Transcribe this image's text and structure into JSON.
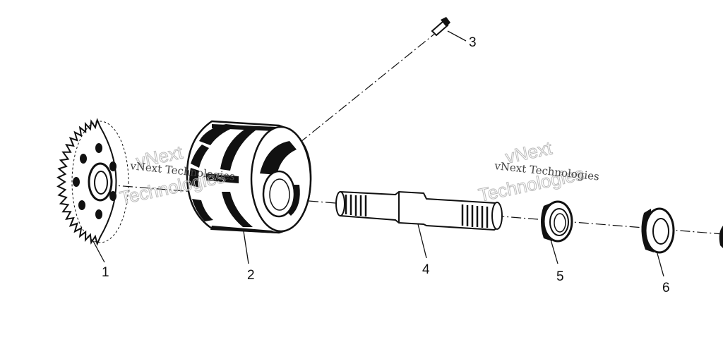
{
  "callouts": {
    "c1": "1",
    "c2": "2",
    "c3": "3",
    "c4": "4",
    "c5": "5",
    "c6": "6"
  },
  "watermarks": [
    {
      "small": "vNext Technologies",
      "big1": "vNext",
      "big2": "Technologies"
    },
    {
      "small": "vNext Technologies",
      "big1": "vNext",
      "big2": "Technologies"
    }
  ],
  "colors": {
    "ink": "#111111",
    "paper": "#ffffff",
    "watermark": "#bbbbbb"
  }
}
